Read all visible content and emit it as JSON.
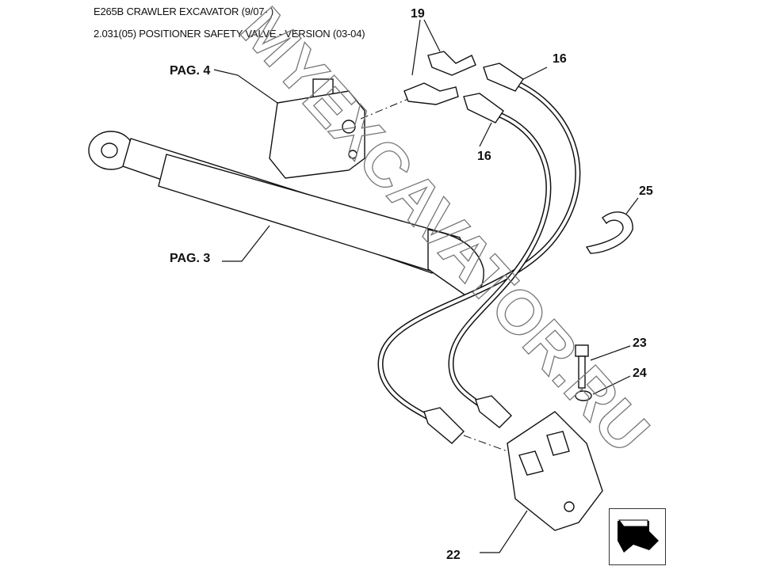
{
  "header": {
    "model": "E265B CRAWLER EXCAVATOR (9/07- )",
    "section": "2.031(05) POSITIONER SAFETY VALVE - VERSION (03-04)"
  },
  "references": {
    "pag4": "PAG. 4",
    "pag3": "PAG. 3"
  },
  "callouts": {
    "c19": "19",
    "c16a": "16",
    "c16b": "16",
    "c25": "25",
    "c23": "23",
    "c24": "24",
    "c22": "22"
  },
  "watermark": "MYEXCAVATOR.RU",
  "navigation": {
    "icon": "next-page-arrow-icon"
  }
}
